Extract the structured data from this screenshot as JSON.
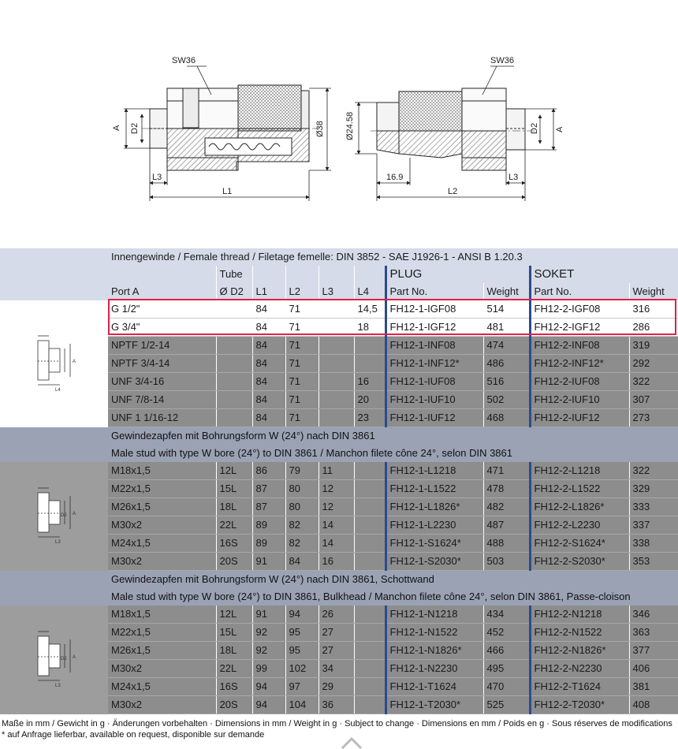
{
  "drawing": {
    "plug_labels": {
      "sw": "SW36",
      "a": "A",
      "d2": "D2",
      "diam": "Ø38",
      "l3": "L3",
      "l1": "L1"
    },
    "socket_labels": {
      "sw": "SW36",
      "a": "A",
      "d2": "D2",
      "diam": "Ø24.58",
      "l3": "L3",
      "dim169": "16.9",
      "l2": "L2"
    }
  },
  "table": {
    "section1_title": "Innengewinde / Female thread / Filetage femelle: DIN 3852 - SAE J1926-1 - ANSI B 1.20.3",
    "tube_label": "Tube",
    "plug_label": "PLUG",
    "socket_label": "SOKET",
    "columns": {
      "port": "Port A",
      "d2": "Ø D2",
      "l1": "L1",
      "l2": "L2",
      "l3": "L3",
      "l4": "L4",
      "plug_part": "Part No.",
      "plug_weight": "Weight",
      "socket_part": "Part No.",
      "socket_weight": "Weight"
    },
    "section1_rows": [
      {
        "port": "G 1/2\"",
        "d2": "",
        "l1": "84",
        "l2": "71",
        "l3": "",
        "l4": "14,5",
        "plug": "FH12-1-IGF08",
        "pw": "514",
        "socket": "FH12-2-IGF08",
        "sw": "316"
      },
      {
        "port": "G 3/4\"",
        "d2": "",
        "l1": "84",
        "l2": "71",
        "l3": "",
        "l4": "18",
        "plug": "FH12-1-IGF12",
        "pw": "481",
        "socket": "FH12-2-IGF12",
        "sw": "286"
      },
      {
        "port": "NPTF 1/2-14",
        "d2": "",
        "l1": "84",
        "l2": "71",
        "l3": "",
        "l4": "",
        "plug": "FH12-1-INF08",
        "pw": "474",
        "socket": "FH12-2-INF08",
        "sw": "319"
      },
      {
        "port": "NPTF 3/4-14",
        "d2": "",
        "l1": "84",
        "l2": "71",
        "l3": "",
        "l4": "",
        "plug": "FH12-1-INF12*",
        "pw": "486",
        "socket": "FH12-2-INF12*",
        "sw": "292"
      },
      {
        "port": "UNF 3/4-16",
        "d2": "",
        "l1": "84",
        "l2": "71",
        "l3": "",
        "l4": "16",
        "plug": "FH12-1-IUF08",
        "pw": "516",
        "socket": "FH12-2-IUF08",
        "sw": "322"
      },
      {
        "port": "UNF 7/8-14",
        "d2": "",
        "l1": "84",
        "l2": "71",
        "l3": "",
        "l4": "20",
        "plug": "FH12-1-IUF10",
        "pw": "502",
        "socket": "FH12-2-IUF10",
        "sw": "307"
      },
      {
        "port": "UNF 1 1/16-12",
        "d2": "",
        "l1": "84",
        "l2": "71",
        "l3": "",
        "l4": "23",
        "plug": "FH12-1-IUF12",
        "pw": "468",
        "socket": "FH12-2-IUF12",
        "sw": "273"
      }
    ],
    "section2_title_1": "Gewindezapfen mit Bohrungsform W (24°) nach DIN 3861",
    "section2_title_2": "Male stud with type W bore (24°) to DIN 3861 / Manchon filete cône 24°, selon DIN 3861",
    "section2_rows": [
      {
        "port": "M18x1,5",
        "d2": "12L",
        "l1": "86",
        "l2": "79",
        "l3": "11",
        "l4": "",
        "plug": "FH12-1-L1218",
        "pw": "471",
        "socket": "FH12-2-L1218",
        "sw": "322"
      },
      {
        "port": "M22x1,5",
        "d2": "15L",
        "l1": "87",
        "l2": "80",
        "l3": "12",
        "l4": "",
        "plug": "FH12-1-L1522",
        "pw": "478",
        "socket": "FH12-2-L1522",
        "sw": "329"
      },
      {
        "port": "M26x1,5",
        "d2": "18L",
        "l1": "87",
        "l2": "80",
        "l3": "12",
        "l4": "",
        "plug": "FH12-1-L1826*",
        "pw": "482",
        "socket": "FH12-2-L1826*",
        "sw": "333"
      },
      {
        "port": "M30x2",
        "d2": "22L",
        "l1": "89",
        "l2": "82",
        "l3": "14",
        "l4": "",
        "plug": "FH12-1-L2230",
        "pw": "487",
        "socket": "FH12-2-L2230",
        "sw": "337"
      },
      {
        "port": "M24x1,5",
        "d2": "16S",
        "l1": "89",
        "l2": "82",
        "l3": "14",
        "l4": "",
        "plug": "FH12-1-S1624*",
        "pw": "488",
        "socket": "FH12-2-S1624*",
        "sw": "338"
      },
      {
        "port": "M30x2",
        "d2": "20S",
        "l1": "91",
        "l2": "84",
        "l3": "16",
        "l4": "",
        "plug": "FH12-1-S2030*",
        "pw": "503",
        "socket": "FH12-2-S2030*",
        "sw": "353"
      }
    ],
    "section3_title_1": "Gewindezapfen mit Bohrungsform W (24°) nach DIN 3861, Schottwand",
    "section3_title_2": "Male stud with type W bore (24°) to DIN 3861, Bulkhead / Manchon filete cône 24°, selon DIN 3861, Passe-cloison",
    "section3_rows": [
      {
        "port": "M18x1,5",
        "d2": "12L",
        "l1": "91",
        "l2": "94",
        "l3": "26",
        "l4": "",
        "plug": "FH12-1-N1218",
        "pw": "434",
        "socket": "FH12-2-N1218",
        "sw": "346"
      },
      {
        "port": "M22x1,5",
        "d2": "15L",
        "l1": "92",
        "l2": "95",
        "l3": "27",
        "l4": "",
        "plug": "FH12-1-N1522",
        "pw": "452",
        "socket": "FH12-2-N1522",
        "sw": "363"
      },
      {
        "port": "M26x1,5",
        "d2": "18L",
        "l1": "92",
        "l2": "95",
        "l3": "27",
        "l4": "",
        "plug": "FH12-1-N1826*",
        "pw": "466",
        "socket": "FH12-2-N1826*",
        "sw": "377"
      },
      {
        "port": "M30x2",
        "d2": "22L",
        "l1": "99",
        "l2": "102",
        "l3": "34",
        "l4": "",
        "plug": "FH12-1-N2230",
        "pw": "495",
        "socket": "FH12-2-N2230",
        "sw": "406"
      },
      {
        "port": "M24x1,5",
        "d2": "16S",
        "l1": "94",
        "l2": "97",
        "l3": "29",
        "l4": "",
        "plug": "FH12-1-T1624",
        "pw": "470",
        "socket": "FH12-2-T1624",
        "sw": "381"
      },
      {
        "port": "M30x2",
        "d2": "20S",
        "l1": "94",
        "l2": "104",
        "l3": "36",
        "l4": "",
        "plug": "FH12-1-T2030*",
        "pw": "525",
        "socket": "FH12-2-T2030*",
        "sw": "408"
      }
    ],
    "thumb_labels": {
      "l4": "L4",
      "l3": "L3",
      "a": "A",
      "d2": "D2"
    }
  },
  "footnotes": {
    "line1": "Maße in mm / Gewicht in g · Änderungen vorbehalten · Dimensions in mm / Weight in g · Subject to change · Dimensions en mm / Poids en g · Sous réserves de modifications",
    "line2": "* auf Anfrage lieferbar, available on request, disponible sur demande"
  },
  "colors": {
    "highlight": "#e0204a",
    "header_bg": "#d6dbe9",
    "group_bg": "#9aa2b4",
    "row_gray": "#8d8d8d",
    "separator_blue": "#2b4c8c"
  }
}
